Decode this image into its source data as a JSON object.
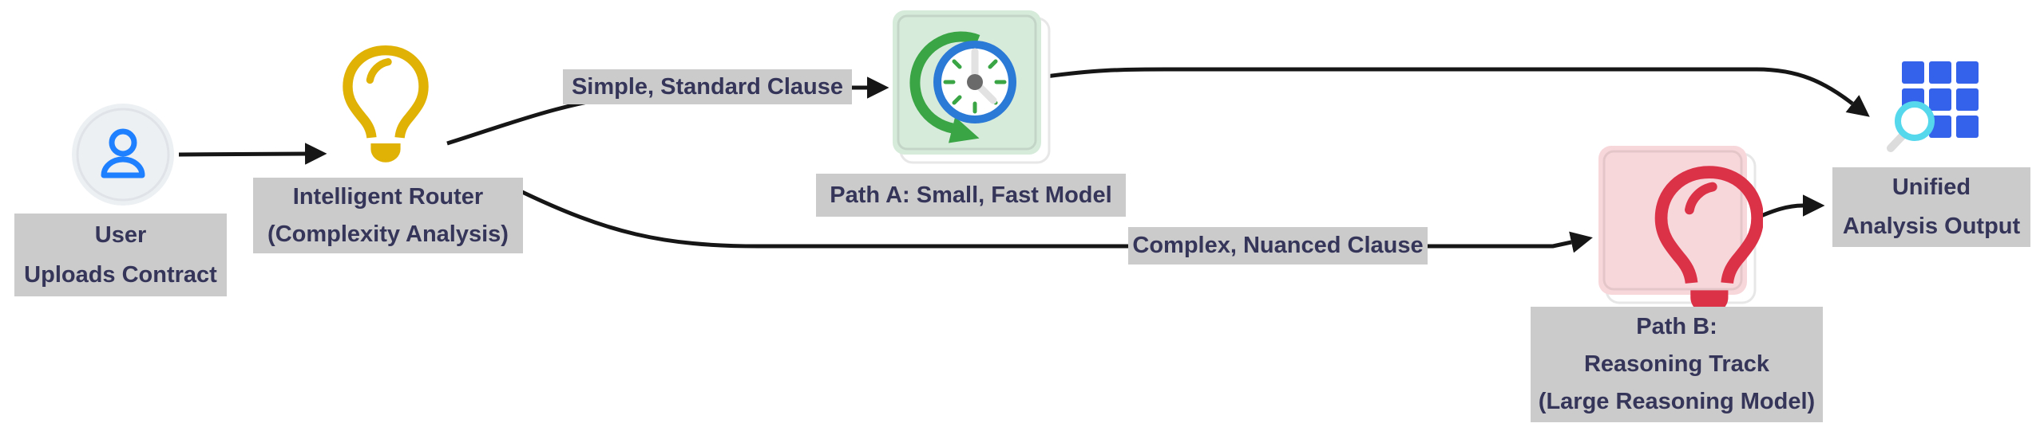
{
  "diagram": {
    "type": "flowchart",
    "nodes": {
      "user": {
        "lines": [
          "User",
          "Uploads Contract"
        ],
        "icon": "person-icon"
      },
      "router": {
        "lines": [
          "Intelligent Router",
          "(Complexity Analysis)"
        ],
        "icon": "lightbulb-icon"
      },
      "path_a": {
        "lines": [
          "Path A: Small, Fast Model"
        ],
        "icon": "clock-history-icon"
      },
      "path_b": {
        "lines": [
          "Path B:",
          "Reasoning Track",
          "(Large Reasoning Model)"
        ],
        "icon": "lightbulb-icon"
      },
      "output": {
        "lines": [
          "Unified",
          "Analysis Output"
        ],
        "icon": "grid-magnifier-icon"
      }
    },
    "edge_labels": {
      "simple": "Simple, Standard Clause",
      "complex": "Complex, Nuanced Clause"
    },
    "colors": {
      "background": "#ffffff",
      "label_bg": "#cbcbcb",
      "label_text": "#35355a",
      "edge": "#161616",
      "user_blue": "#1f80ff",
      "user_circle_bg": "#edf0f3",
      "bulb_yellow": "#e0b206",
      "bulb_red": "#dc3248",
      "node_green_bg": "#d7ebdb",
      "node_pink_bg": "#f8d7db",
      "clock_ring_blue": "#2b7ad6",
      "clock_tick_green": "#3aa545",
      "grid_blue": "#3562ea",
      "magnifier_cyan": "#55d7ec"
    }
  }
}
